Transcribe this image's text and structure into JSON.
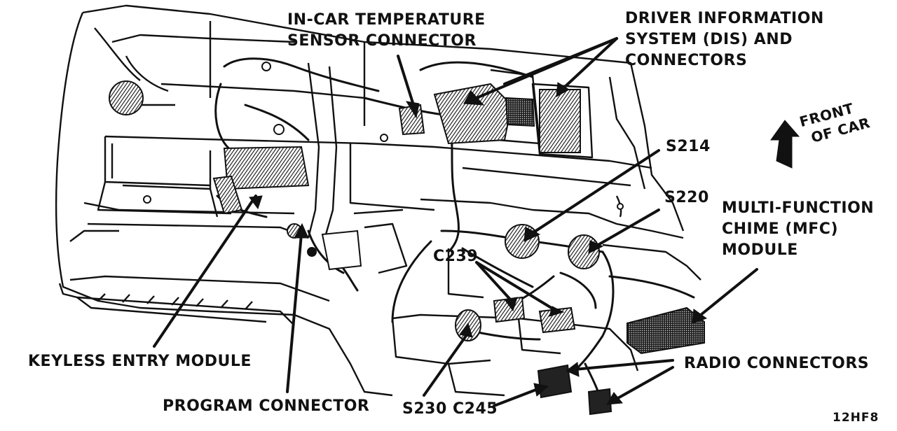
{
  "labels": {
    "temp_sensor": [
      "IN-CAR TEMPERATURE",
      "SENSOR CONNECTOR"
    ],
    "dis": [
      "DRIVER INFORMATION",
      "SYSTEM (DIS) AND",
      "CONNECTORS"
    ],
    "front_of_car": [
      "FRONT",
      "OF CAR"
    ],
    "s214": "S214",
    "s220": "S220",
    "mfc": [
      "MULTI-FUNCTION",
      "CHIME (MFC)",
      "MODULE"
    ],
    "c239": "C239",
    "keyless": "KEYLESS ENTRY MODULE",
    "radio": "RADIO CONNECTORS",
    "program": "PROGRAM CONNECTOR",
    "s230": "S230",
    "c245": "C245",
    "figure_code": "12HF8"
  },
  "colors": {
    "ink": "#111111",
    "paper": "#ffffff"
  }
}
